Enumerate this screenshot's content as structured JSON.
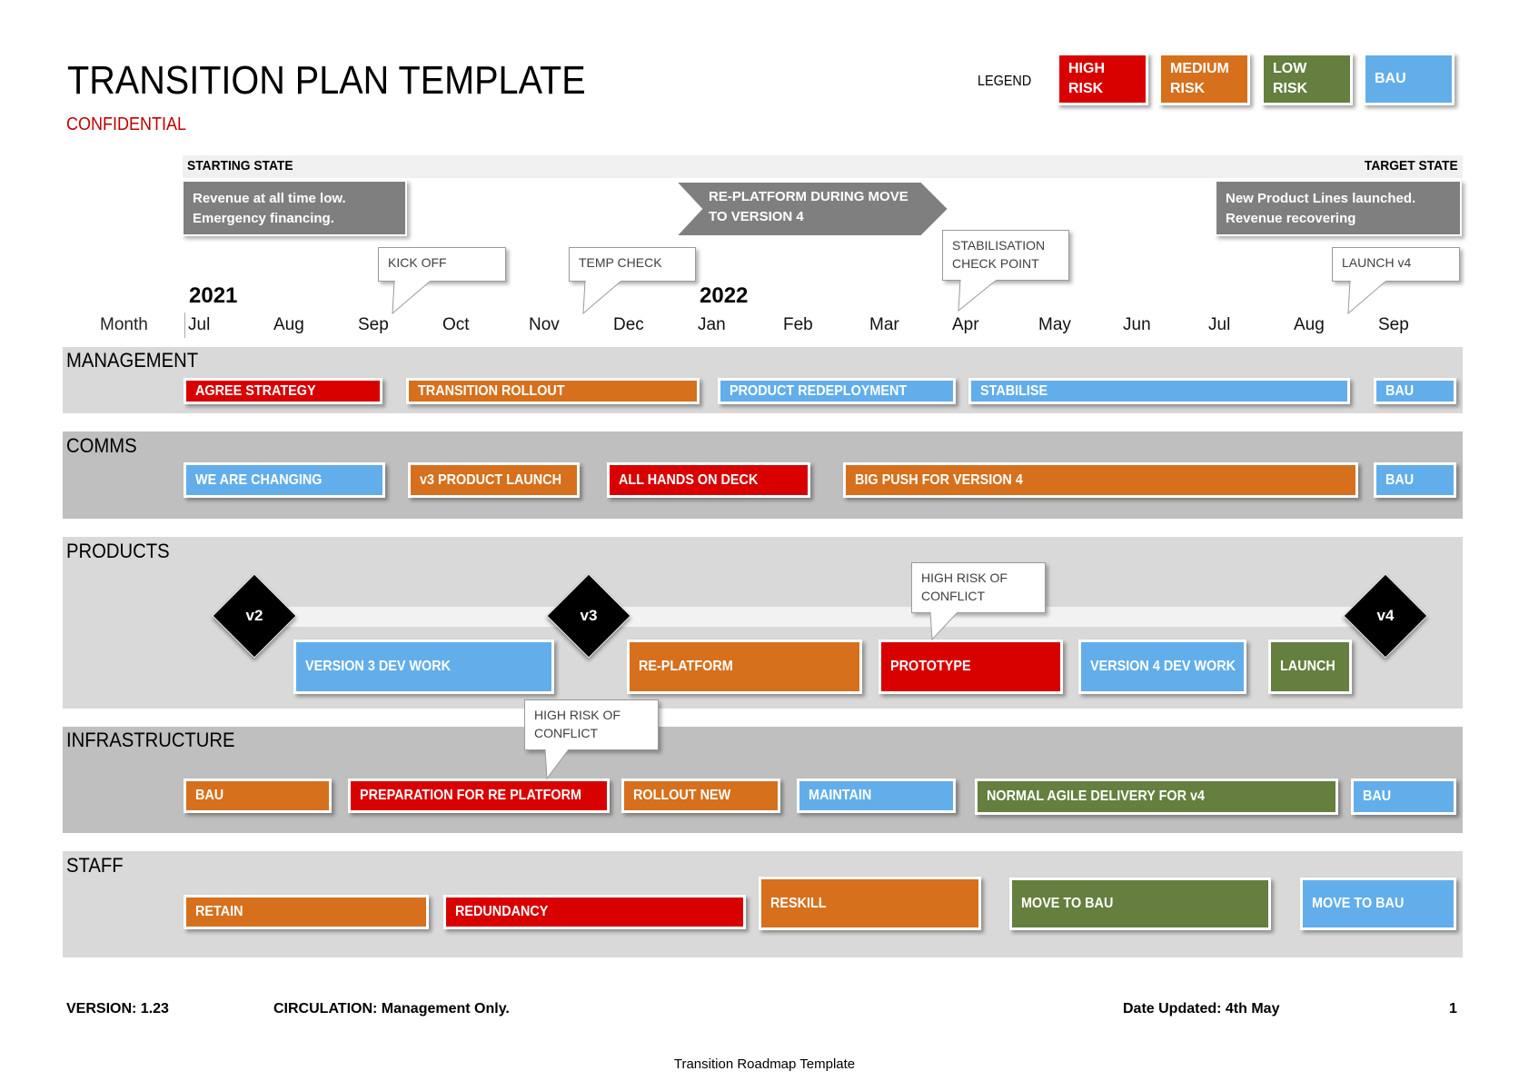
{
  "header": {
    "title": "TRANSITION PLAN TEMPLATE",
    "subtitle": "CONFIDENTIAL"
  },
  "legend": {
    "label": "LEGEND",
    "items": [
      {
        "label": "HIGH RISK",
        "risk": "high",
        "color": "#d90000"
      },
      {
        "label": "MEDIUM RISK",
        "risk": "medium",
        "color": "#d6701c"
      },
      {
        "label": "LOW RISK",
        "risk": "low",
        "color": "#647f3e"
      },
      {
        "label": "BAU",
        "risk": "bau",
        "color": "#62aeea"
      }
    ]
  },
  "states": {
    "starting_label": "STARTING STATE",
    "target_label": "TARGET STATE",
    "starting_text": [
      "Revenue at all time low.",
      "Emergency financing."
    ],
    "middle_text": [
      "RE-PLATFORM DURING MOVE",
      "TO VERSION 4"
    ],
    "target_text": [
      "New Product Lines launched.",
      "Revenue recovering"
    ]
  },
  "milestones": [
    {
      "label": [
        "KICK OFF"
      ]
    },
    {
      "label": [
        "TEMP CHECK"
      ]
    },
    {
      "label": [
        "STABILISATION",
        "CHECK POINT"
      ]
    },
    {
      "label": [
        "LAUNCH v4"
      ]
    }
  ],
  "timeline": {
    "row_label": "Month",
    "years": [
      "2021",
      "2022"
    ],
    "months": [
      "Jul",
      "Aug",
      "Sep",
      "Oct",
      "Nov",
      "Dec",
      "Jan",
      "Feb",
      "Mar",
      "Apr",
      "May",
      "Jun",
      "Jul",
      "Aug",
      "Sep"
    ]
  },
  "lanes": {
    "management": {
      "label": "MANAGEMENT",
      "bars": [
        {
          "label": "AGREE STRATEGY",
          "risk": "high"
        },
        {
          "label": "TRANSITION ROLLOUT",
          "risk": "medium"
        },
        {
          "label": "PRODUCT REDEPLOYMENT",
          "risk": "bau"
        },
        {
          "label": "STABILISE",
          "risk": "bau"
        },
        {
          "label": "BAU",
          "risk": "bau"
        }
      ]
    },
    "comms": {
      "label": "COMMS",
      "bars": [
        {
          "label": "WE ARE CHANGING",
          "risk": "bau"
        },
        {
          "label": "v3 PRODUCT LAUNCH",
          "risk": "medium"
        },
        {
          "label": "ALL HANDS ON DECK",
          "risk": "high"
        },
        {
          "label": "BIG PUSH FOR VERSION 4",
          "risk": "medium"
        },
        {
          "label": "BAU",
          "risk": "bau"
        }
      ]
    },
    "products": {
      "label": "PRODUCTS",
      "versions": [
        "v2",
        "v3",
        "v4"
      ],
      "callout": [
        "HIGH RISK OF",
        "CONFLICT"
      ],
      "bars": [
        {
          "label": "VERSION 3 DEV WORK",
          "risk": "bau"
        },
        {
          "label": "RE-PLATFORM",
          "risk": "medium"
        },
        {
          "label": "PROTOTYPE",
          "risk": "high"
        },
        {
          "label": "VERSION 4 DEV WORK",
          "risk": "bau"
        },
        {
          "label": "LAUNCH",
          "risk": "low"
        }
      ]
    },
    "infrastructure": {
      "label": "INFRASTRUCTURE",
      "callout": [
        "HIGH RISK OF",
        "CONFLICT"
      ],
      "bars": [
        {
          "label": "BAU",
          "risk": "medium"
        },
        {
          "label": "PREPARATION FOR RE PLATFORM",
          "risk": "high"
        },
        {
          "label": "ROLLOUT NEW",
          "risk": "medium"
        },
        {
          "label": "MAINTAIN",
          "risk": "bau"
        },
        {
          "label": "NORMAL AGILE DELIVERY FOR v4",
          "risk": "low"
        },
        {
          "label": "BAU",
          "risk": "bau"
        }
      ]
    },
    "staff": {
      "label": "STAFF",
      "bars": [
        {
          "label": "RETAIN",
          "risk": "medium"
        },
        {
          "label": "REDUNDANCY",
          "risk": "high"
        },
        {
          "label": "RESKILL",
          "risk": "medium"
        },
        {
          "label": "MOVE TO BAU",
          "risk": "low"
        },
        {
          "label": "MOVE TO BAU",
          "risk": "bau"
        }
      ]
    }
  },
  "footer": {
    "version": "VERSION: 1.23",
    "circulation": "CIRCULATION: Management Only.",
    "date_updated": "Date Updated: 4th May",
    "page_number": "1",
    "doc_name": "Transition Roadmap Template"
  }
}
